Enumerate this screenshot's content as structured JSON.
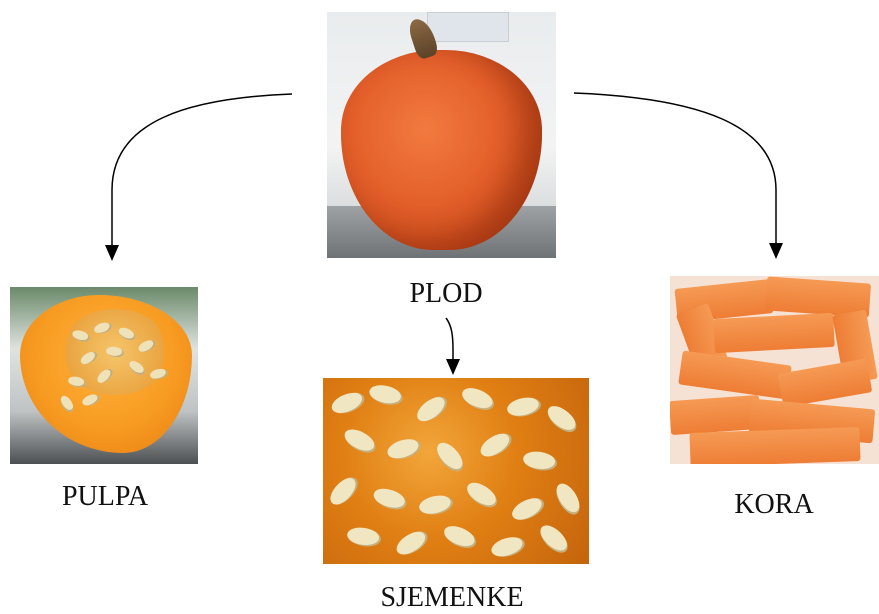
{
  "diagram": {
    "root_label": "PLOD",
    "children": [
      {
        "id": "pulpa",
        "label": "PULPA"
      },
      {
        "id": "sjemenke",
        "label": "SJEMENKE"
      },
      {
        "id": "kora",
        "label": "KORA"
      }
    ]
  },
  "colors": {
    "arrow": "#000000",
    "label_text": "#111111",
    "pumpkin": "#e35f2a",
    "pulp": "#f79b22",
    "peel": "#ee7d35"
  },
  "images": {
    "plod": "whole-pumpkin-photo",
    "pulpa": "cut-pumpkin-half-photo",
    "sjemenke": "pumpkin-seeds-photo",
    "kora": "pumpkin-peel-photo"
  }
}
